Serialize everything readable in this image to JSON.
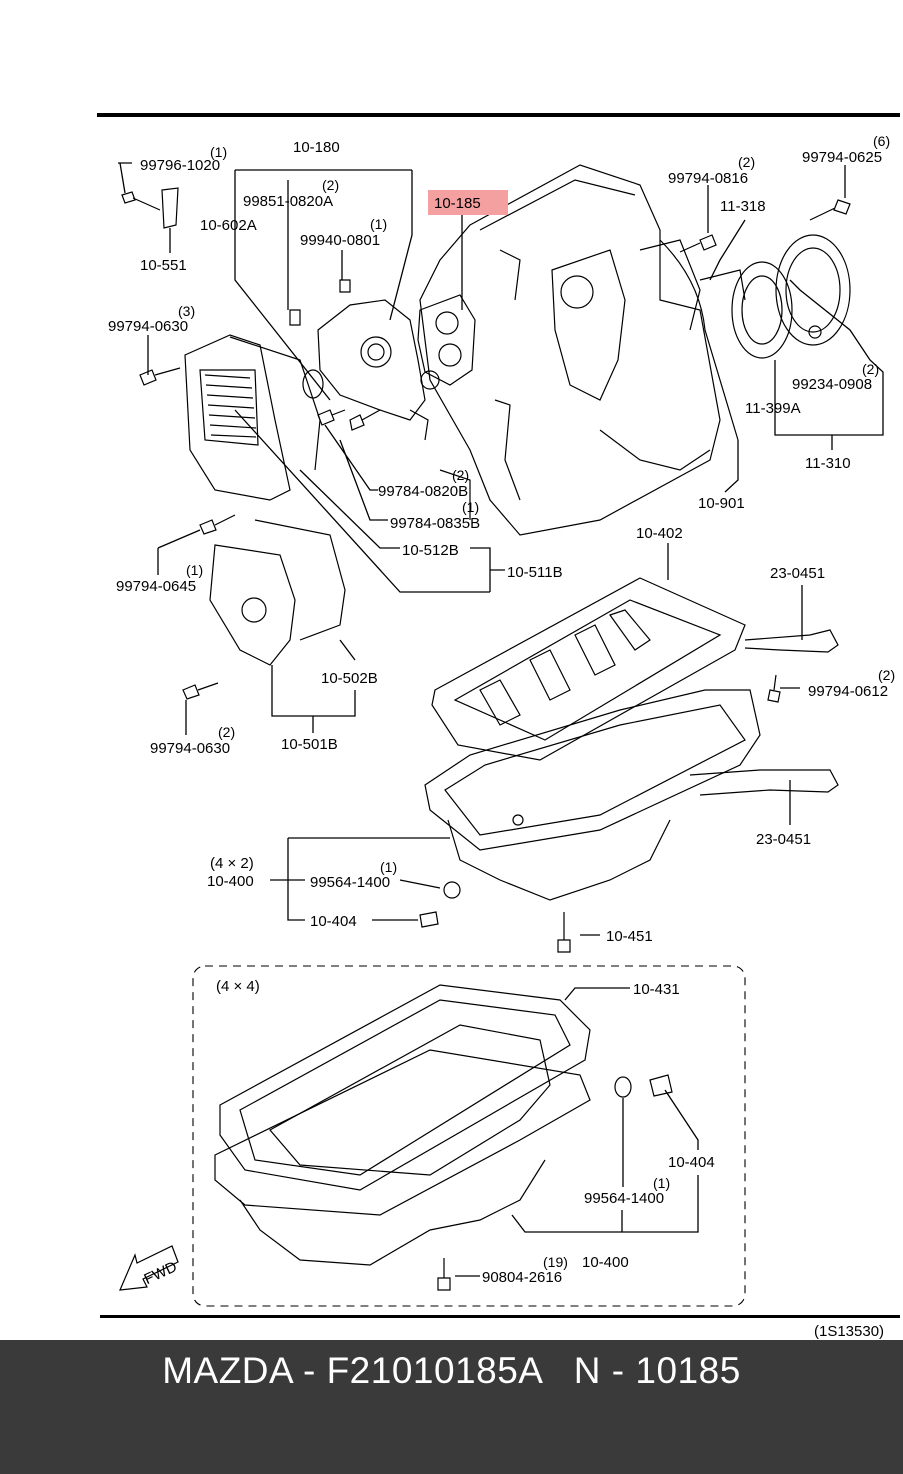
{
  "diagram": {
    "highlight": {
      "label": "10-185",
      "color": "#f4a0a0"
    },
    "labels": {
      "p_99796_1020": "99796-1020",
      "q_99796_1020": "(1)",
      "p_10_551": "10-551",
      "p_10_180": "10-180",
      "p_99851": "99851-0820A",
      "q_99851": "(2)",
      "p_10_602A": "10-602A",
      "p_99940": "99940-0801",
      "q_99940": "(1)",
      "p_99794_0630a": "99794-0630",
      "q_99794_0630a": "(3)",
      "p_99784_0820B": "99784-0820B",
      "q_99784_0820B": "(2)",
      "p_99784_0835B": "99784-0835B",
      "q_99784_0835B": "(1)",
      "p_10_512B": "10-512B",
      "p_10_511B": "10-511B",
      "p_99794_0645": "99794-0645",
      "q_99794_0645": "(1)",
      "p_10_502B": "10-502B",
      "p_10_501B": "10-501B",
      "p_99794_0630b": "99794-0630",
      "q_99794_0630b": "(2)",
      "p_99794_0816": "99794-0816",
      "q_99794_0816": "(2)",
      "p_11_318": "11-318",
      "p_99794_0625": "99794-0625",
      "q_99794_0625": "(6)",
      "p_99234": "99234-0908",
      "q_99234": "(2)",
      "p_11_399A": "11-399A",
      "p_11_310": "11-310",
      "p_10_901": "10-901",
      "p_10_402": "10-402",
      "p_23_0451a": "23-0451",
      "p_99794_0612": "99794-0612",
      "q_99794_0612": "(2)",
      "p_23_0451b": "23-0451",
      "p_4x2": "(4 × 2)",
      "p_10_400a": "10-400",
      "p_99564a": "99564-1400",
      "q_99564a": "(1)",
      "p_10_404a": "10-404",
      "p_10_451": "10-451",
      "p_4x4": "(4 × 4)",
      "p_10_431": "10-431",
      "p_10_404b": "10-404",
      "p_99564b": "99564-1400",
      "q_99564b": "(1)",
      "p_10_400b": "10-400",
      "p_90804": "90804-2616",
      "q_90804": "(19)",
      "p_fwd": "FWD",
      "p_ref": "(1S13530)"
    }
  },
  "footer": {
    "brand": "MAZDA",
    "sep1": " - ",
    "oem_number": "F21010185A",
    "gap": "   ",
    "code_prefix": "N",
    "sep2": " - ",
    "code": "10185"
  }
}
